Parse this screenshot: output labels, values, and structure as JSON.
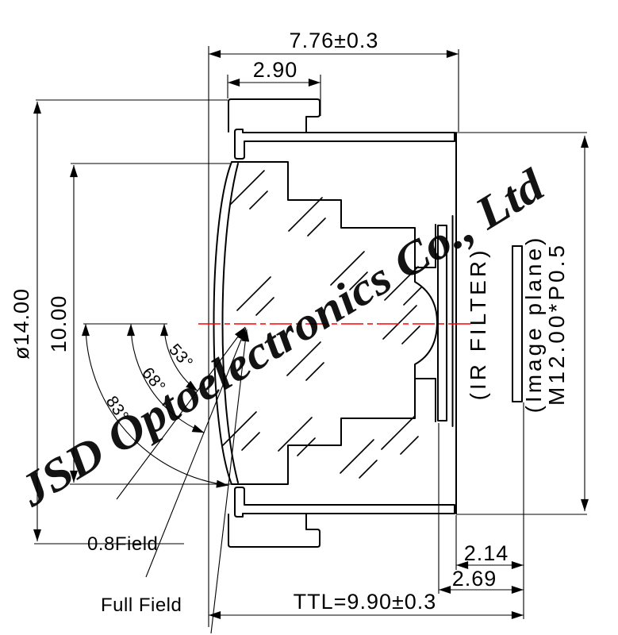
{
  "watermark": "JSD Optoelectronics Co., Ltd",
  "dimensions": {
    "barrel_length": "7.76±0.3",
    "front_cap_length": "2.90",
    "outer_diameter": "ø14.00",
    "front_aperture": "10.00",
    "total_track": "TTL=9.90±0.3",
    "flange_to_image": "2.14",
    "filter_to_image": "2.69",
    "thread_spec": "M12.00*P0.5"
  },
  "angles": {
    "inner": "53°",
    "middle": "68°",
    "outer": "83°"
  },
  "labels": {
    "ir_filter": "(IR FILTER)",
    "image_plane": "(Image plane)",
    "field_08": "0.8Field",
    "field_full": "Full Field"
  },
  "colors": {
    "axis": "#ff0000",
    "line": "#000000",
    "watermark": "#333333"
  }
}
